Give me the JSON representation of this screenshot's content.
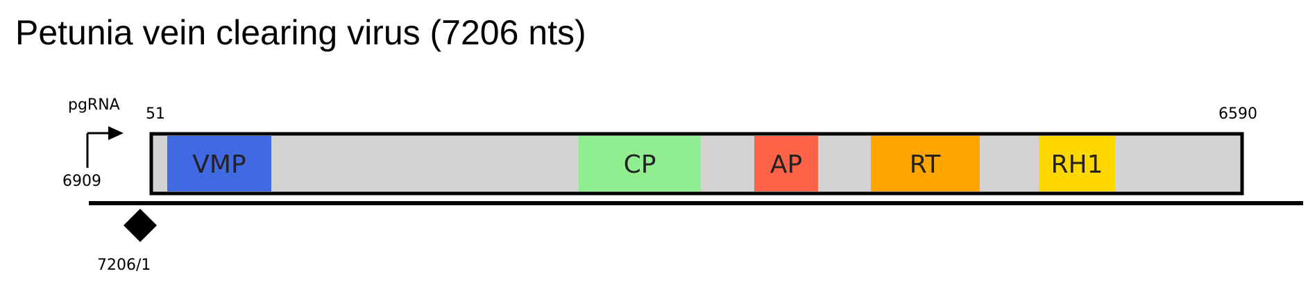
{
  "title": "Petunia vein clearing virus (7206 nts)",
  "promoter": {
    "label": "pgRNA",
    "position_label": "6909"
  },
  "genome": {
    "start_label": "51",
    "end_label": "6590",
    "origin_label": "7206/1"
  },
  "colors": {
    "backbone": "#d3d3d3",
    "outline": "#000000"
  },
  "genes": [
    {
      "id": "vmp",
      "label": "VMP",
      "color": "#4169e1"
    },
    {
      "id": "cp",
      "label": "CP",
      "color": "#90ee90"
    },
    {
      "id": "ap",
      "label": "AP",
      "color": "#ff6347"
    },
    {
      "id": "rt",
      "label": "RT",
      "color": "#ffa500"
    },
    {
      "id": "rh1",
      "label": "RH1",
      "color": "#ffd700"
    }
  ]
}
